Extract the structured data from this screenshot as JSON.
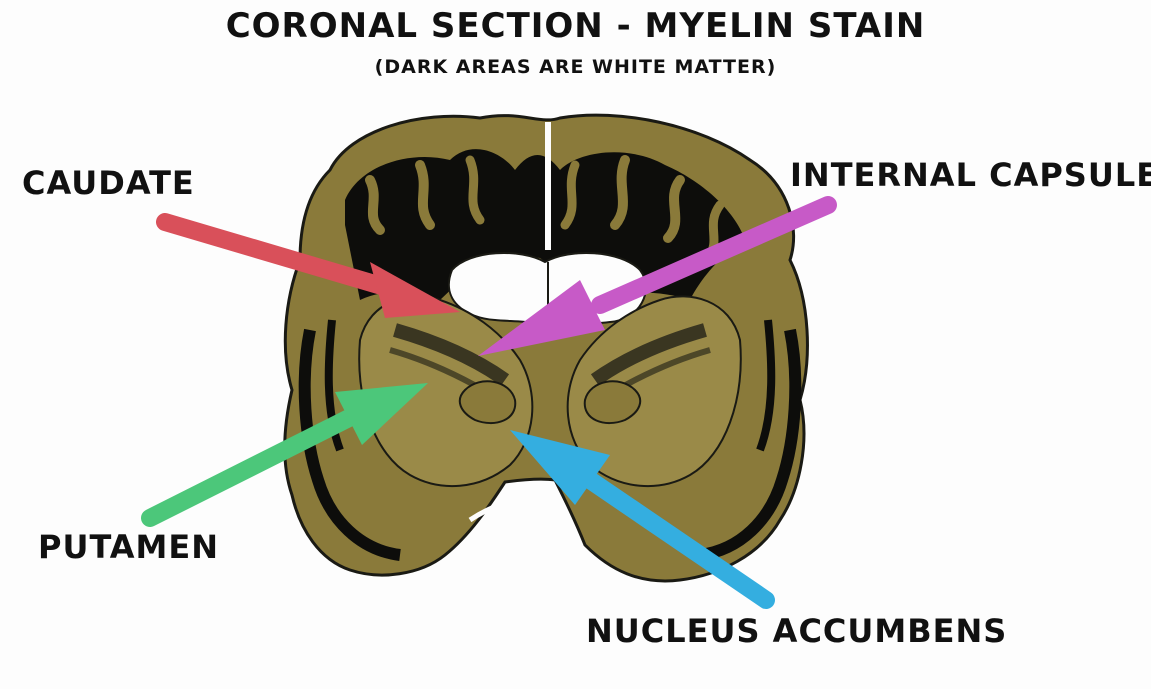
{
  "title": "CORONAL SECTION - MYELIN STAIN",
  "subtitle": "(DARK AREAS ARE WHITE MATTER)",
  "labels": {
    "caudate": "CAUDATE",
    "internal_capsule": "INTERNAL CAPSULE",
    "putamen": "PUTAMEN",
    "nucleus_accumbens": "NUCLEUS ACCUMBENS"
  },
  "colors": {
    "grey_matter": "#8a7a3a",
    "white_matter": "#0d0d0b",
    "caudate_arrow": "#d9505a",
    "internal_capsule_arrow": "#c75ac7",
    "putamen_arrow": "#4cc77a",
    "nucleus_accumbens_arrow": "#34aee0"
  }
}
